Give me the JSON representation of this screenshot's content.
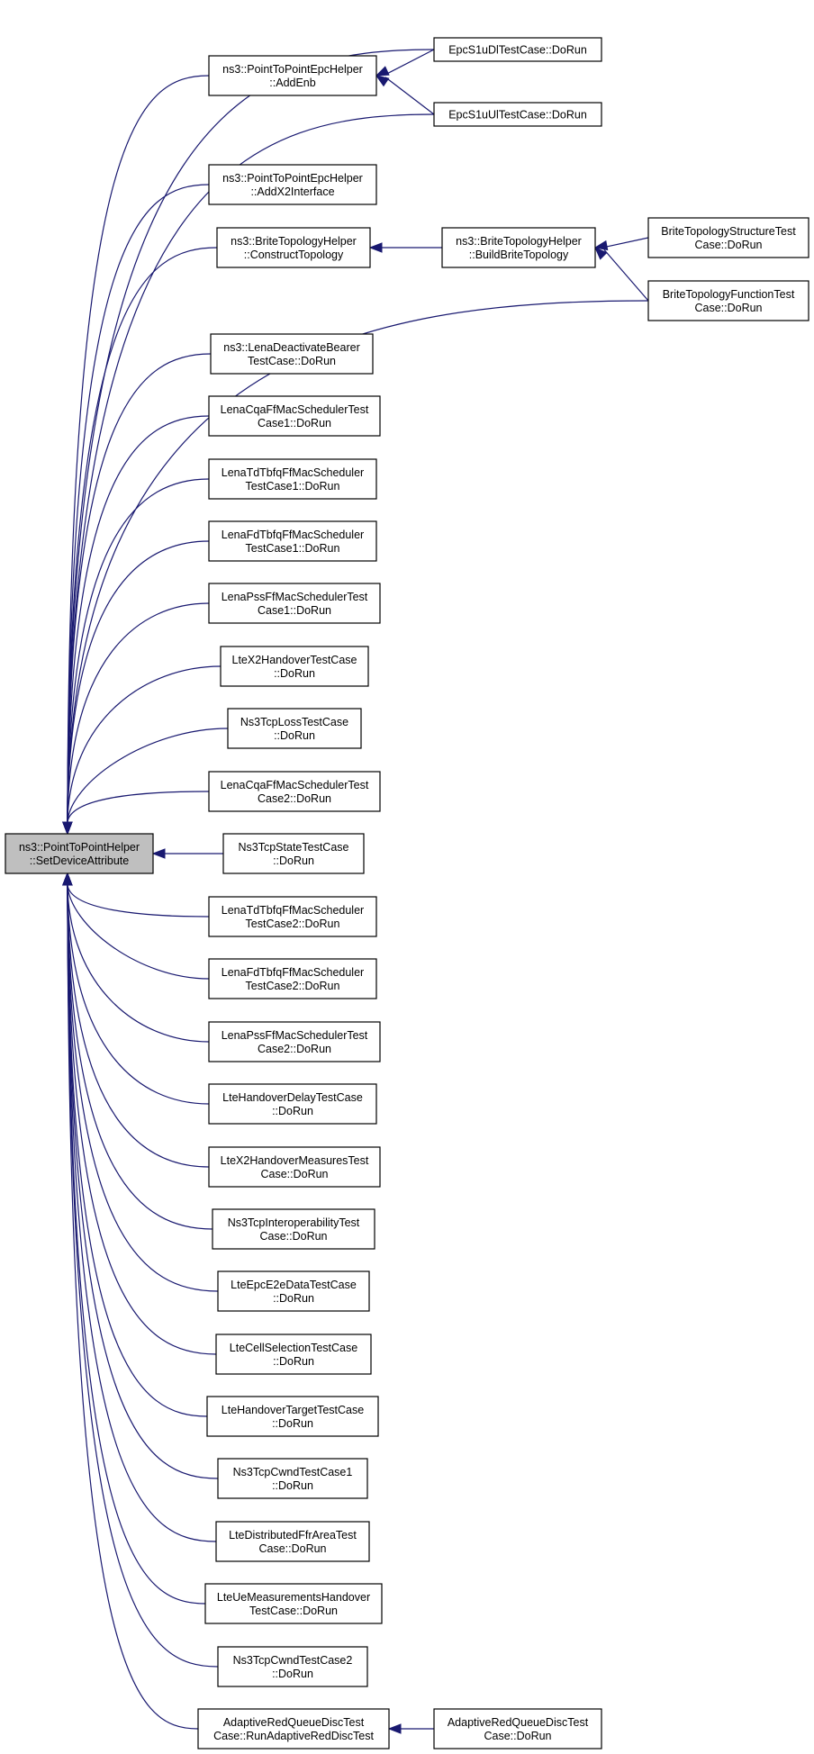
{
  "diagram": {
    "type": "call-graph",
    "colors": {
      "edge": "#191970",
      "node_border": "#000000",
      "node_fill": "#ffffff",
      "root_fill": "#bfbfbf"
    },
    "nodes": [
      {
        "id": "root",
        "lines": [
          "ns3::PointToPointHelper",
          "::SetDeviceAttribute"
        ],
        "root": true
      },
      {
        "id": "addenb",
        "lines": [
          "ns3::PointToPointEpcHelper",
          "::AddEnb"
        ]
      },
      {
        "id": "epcdl",
        "lines": [
          "EpcS1uDlTestCase::DoRun"
        ]
      },
      {
        "id": "epcul",
        "lines": [
          "EpcS1uUlTestCase::DoRun"
        ]
      },
      {
        "id": "addx2",
        "lines": [
          "ns3::PointToPointEpcHelper",
          "::AddX2Interface"
        ]
      },
      {
        "id": "construct",
        "lines": [
          "ns3::BriteTopologyHelper",
          "::ConstructTopology"
        ]
      },
      {
        "id": "buildbrite",
        "lines": [
          "ns3::BriteTopologyHelper",
          "::BuildBriteTopology"
        ]
      },
      {
        "id": "britestruct",
        "lines": [
          "BriteTopologyStructureTest",
          "Case::DoRun"
        ]
      },
      {
        "id": "britefunc",
        "lines": [
          "BriteTopologyFunctionTest",
          "Case::DoRun"
        ]
      },
      {
        "id": "lenadeact",
        "lines": [
          "ns3::LenaDeactivateBearer",
          "TestCase::DoRun"
        ]
      },
      {
        "id": "cqa1",
        "lines": [
          "LenaCqaFfMacSchedulerTest",
          "Case1::DoRun"
        ]
      },
      {
        "id": "tdtbfq1",
        "lines": [
          "LenaTdTbfqFfMacScheduler",
          "TestCase1::DoRun"
        ]
      },
      {
        "id": "fdtbfq1",
        "lines": [
          "LenaFdTbfqFfMacScheduler",
          "TestCase1::DoRun"
        ]
      },
      {
        "id": "pss1",
        "lines": [
          "LenaPssFfMacSchedulerTest",
          "Case1::DoRun"
        ]
      },
      {
        "id": "ltex2ho",
        "lines": [
          "LteX2HandoverTestCase",
          "::DoRun"
        ]
      },
      {
        "id": "tcploss",
        "lines": [
          "Ns3TcpLossTestCase",
          "::DoRun"
        ]
      },
      {
        "id": "cqa2",
        "lines": [
          "LenaCqaFfMacSchedulerTest",
          "Case2::DoRun"
        ]
      },
      {
        "id": "tcpstate",
        "lines": [
          "Ns3TcpStateTestCase",
          "::DoRun"
        ]
      },
      {
        "id": "tdtbfq2",
        "lines": [
          "LenaTdTbfqFfMacScheduler",
          "TestCase2::DoRun"
        ]
      },
      {
        "id": "fdtbfq2",
        "lines": [
          "LenaFdTbfqFfMacScheduler",
          "TestCase2::DoRun"
        ]
      },
      {
        "id": "pss2",
        "lines": [
          "LenaPssFfMacSchedulerTest",
          "Case2::DoRun"
        ]
      },
      {
        "id": "hodelay",
        "lines": [
          "LteHandoverDelayTestCase",
          "::DoRun"
        ]
      },
      {
        "id": "x2measures",
        "lines": [
          "LteX2HandoverMeasuresTest",
          "Case::DoRun"
        ]
      },
      {
        "id": "tcpinterop",
        "lines": [
          "Ns3TcpInteroperabilityTest",
          "Case::DoRun"
        ]
      },
      {
        "id": "epce2e",
        "lines": [
          "LteEpcE2eDataTestCase",
          "::DoRun"
        ]
      },
      {
        "id": "cellsel",
        "lines": [
          "LteCellSelectionTestCase",
          "::DoRun"
        ]
      },
      {
        "id": "hotarget",
        "lines": [
          "LteHandoverTargetTestCase",
          "::DoRun"
        ]
      },
      {
        "id": "cwnd1",
        "lines": [
          "Ns3TcpCwndTestCase1",
          "::DoRun"
        ]
      },
      {
        "id": "ffrarea",
        "lines": [
          "LteDistributedFfrAreaTest",
          "Case::DoRun"
        ]
      },
      {
        "id": "uemeas",
        "lines": [
          "LteUeMeasurementsHandover",
          "TestCase::DoRun"
        ]
      },
      {
        "id": "cwnd2",
        "lines": [
          "Ns3TcpCwndTestCase2",
          "::DoRun"
        ]
      },
      {
        "id": "aredrun",
        "lines": [
          "AdaptiveRedQueueDiscTest",
          "Case::RunAdaptiveRedDiscTest"
        ]
      },
      {
        "id": "areddorun",
        "lines": [
          "AdaptiveRedQueueDiscTest",
          "Case::DoRun"
        ]
      }
    ],
    "edges": [
      {
        "from": "epcdl",
        "to": "root"
      },
      {
        "from": "addenb",
        "to": "root"
      },
      {
        "from": "epcul",
        "to": "root"
      },
      {
        "from": "addx2",
        "to": "root"
      },
      {
        "from": "construct",
        "to": "root"
      },
      {
        "from": "britefunc",
        "to": "root"
      },
      {
        "from": "lenadeact",
        "to": "root"
      },
      {
        "from": "cqa1",
        "to": "root"
      },
      {
        "from": "tdtbfq1",
        "to": "root"
      },
      {
        "from": "fdtbfq1",
        "to": "root"
      },
      {
        "from": "pss1",
        "to": "root"
      },
      {
        "from": "ltex2ho",
        "to": "root"
      },
      {
        "from": "tcploss",
        "to": "root"
      },
      {
        "from": "cqa2",
        "to": "root"
      },
      {
        "from": "tcpstate",
        "to": "root"
      },
      {
        "from": "tdtbfq2",
        "to": "root"
      },
      {
        "from": "fdtbfq2",
        "to": "root"
      },
      {
        "from": "pss2",
        "to": "root"
      },
      {
        "from": "hodelay",
        "to": "root"
      },
      {
        "from": "x2measures",
        "to": "root"
      },
      {
        "from": "tcpinterop",
        "to": "root"
      },
      {
        "from": "epce2e",
        "to": "root"
      },
      {
        "from": "cellsel",
        "to": "root"
      },
      {
        "from": "hotarget",
        "to": "root"
      },
      {
        "from": "cwnd1",
        "to": "root"
      },
      {
        "from": "ffrarea",
        "to": "root"
      },
      {
        "from": "uemeas",
        "to": "root"
      },
      {
        "from": "cwnd2",
        "to": "root"
      },
      {
        "from": "aredrun",
        "to": "root"
      },
      {
        "from": "epcdl",
        "to": "addenb"
      },
      {
        "from": "epcul",
        "to": "addenb"
      },
      {
        "from": "buildbrite",
        "to": "construct"
      },
      {
        "from": "britestruct",
        "to": "buildbrite"
      },
      {
        "from": "britefunc",
        "to": "buildbrite"
      },
      {
        "from": "areddorun",
        "to": "aredrun"
      }
    ]
  }
}
